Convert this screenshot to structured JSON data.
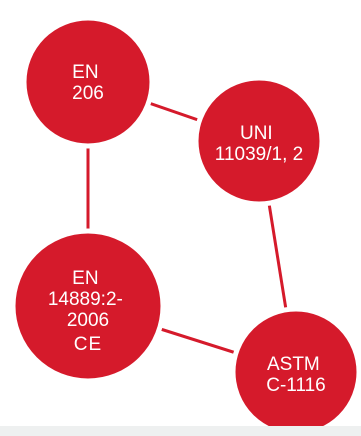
{
  "colors": {
    "node_fill": "#d51a2b",
    "ring": "#ffffff",
    "connector": "#d51a2b"
  },
  "nodes": [
    {
      "id": "en-206",
      "lines": [
        "EN",
        "206"
      ]
    },
    {
      "id": "uni-11039",
      "lines": [
        "UNI",
        "11039/1, 2"
      ]
    },
    {
      "id": "en-14889",
      "lines": [
        "EN",
        "14889:2-",
        "2006"
      ],
      "mark": "CE"
    },
    {
      "id": "astm-c1116",
      "lines": [
        "ASTM",
        "C-1116"
      ]
    }
  ],
  "connections": [
    [
      "en-206",
      "uni-11039"
    ],
    [
      "en-206",
      "en-14889"
    ],
    [
      "uni-11039",
      "astm-c1116"
    ],
    [
      "en-14889",
      "astm-c1116"
    ]
  ]
}
